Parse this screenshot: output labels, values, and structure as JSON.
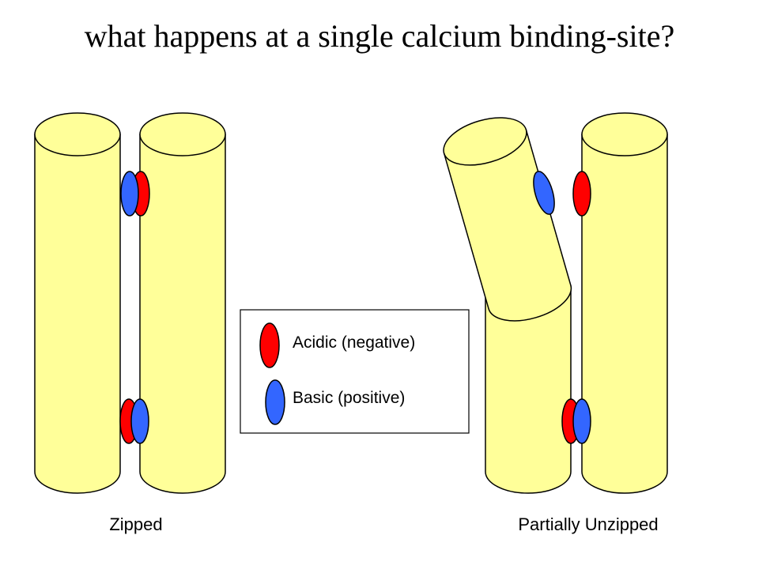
{
  "title": "what happens at a single calcium binding-site?",
  "legend": {
    "acidic_label": "Acidic (negative)",
    "basic_label": "Basic (positive)"
  },
  "captions": {
    "zipped": "Zipped",
    "partially_unzipped": "Partially Unzipped"
  },
  "colors": {
    "helix_fill": "#FFFF99",
    "acidic": "#FF0000",
    "basic": "#3366FF",
    "outline": "#000000"
  }
}
